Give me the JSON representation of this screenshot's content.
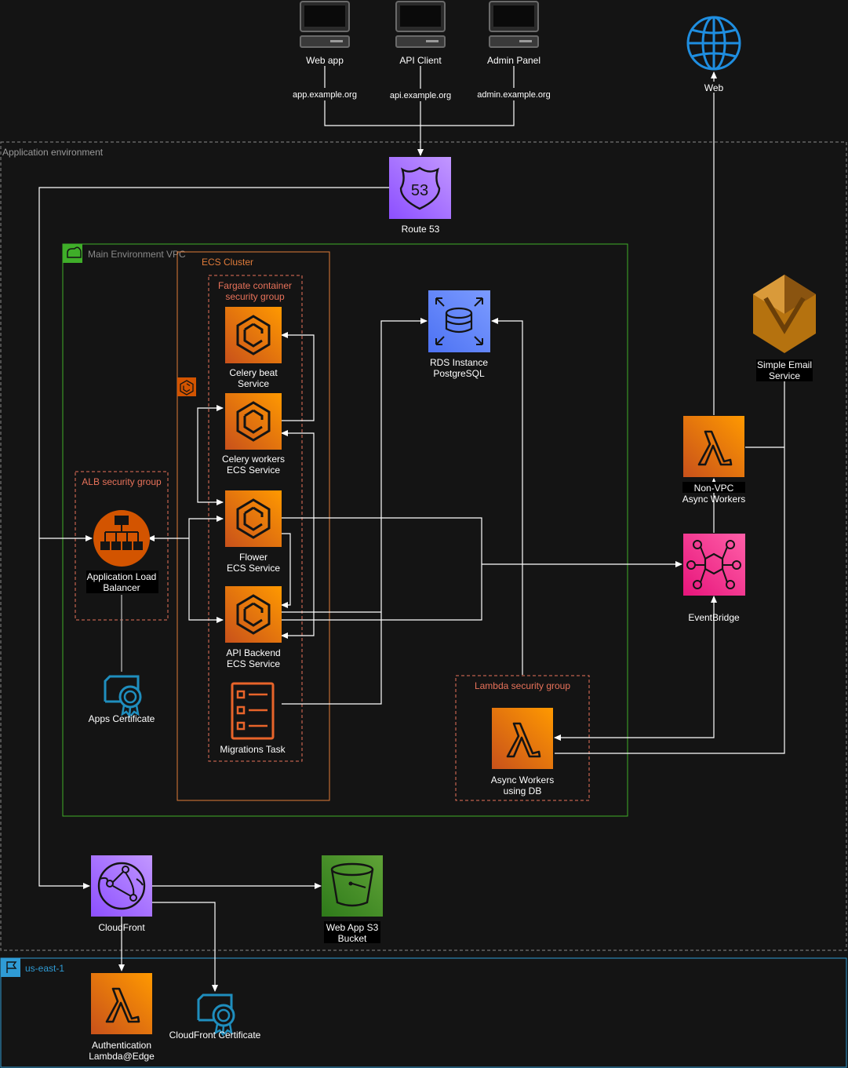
{
  "clients": {
    "web_app": "Web app",
    "api_client": "API Client",
    "admin_panel": "Admin Panel",
    "web_domain": "app.example.org",
    "api_domain": "api.example.org",
    "admin_domain": "admin.example.org"
  },
  "web": {
    "label": "Web"
  },
  "groups": {
    "app_env": "Application environment",
    "vpc": "Main Environment VPC",
    "ecs_cluster": "ECS Cluster",
    "fargate_sg_line1": "Fargate container",
    "fargate_sg_line2": "security group",
    "alb_sg": "ALB security group",
    "lambda_sg": "Lambda security group",
    "region": "us-east-1"
  },
  "nodes": {
    "route53": {
      "label": "Route 53",
      "badge": "53"
    },
    "rds": {
      "line1": "RDS Instance",
      "line2": "PostgreSQL"
    },
    "ses": {
      "line1": "Simple Email",
      "line2": "Service"
    },
    "celery_beat": {
      "line1": "Celery beat",
      "line2": "Service"
    },
    "celery_workers": {
      "line1": "Celery workers",
      "line2": "ECS Service"
    },
    "flower": {
      "line1": "Flower",
      "line2": "ECS Service"
    },
    "api_backend": {
      "line1": "API Backend",
      "line2": "ECS Service"
    },
    "migrations": {
      "label": "Migrations Task"
    },
    "alb": {
      "line1": "Application Load",
      "line2": "Balancer"
    },
    "apps_cert": {
      "label": "Apps Certificate"
    },
    "non_vpc": {
      "line1": "Non-VPC",
      "line2": "Async Workers"
    },
    "eventbridge": {
      "label": "EventBridge"
    },
    "async_db": {
      "line1": "Async Workers",
      "line2": "using DB"
    },
    "cloudfront": {
      "label": "CloudFront"
    },
    "s3": {
      "line1": "Web App S3",
      "line2": "Bucket"
    },
    "auth_lambda": {
      "line1": "Authentication",
      "line2": "Lambda@Edge"
    },
    "cf_cert": {
      "label": "CloudFront Certificate"
    }
  },
  "colors": {
    "background": "#141414",
    "compute_orange": "#d35400",
    "networking_purple": "#a166ff",
    "database_blue": "#5a6ff0",
    "integration_pink": "#ff4f8b",
    "storage_green": "#3f8624",
    "security_blue": "#1f8ebe",
    "vpc_green": "#3fae29",
    "sg_red": "#e8725a",
    "region_blue": "#2f9bd5"
  }
}
